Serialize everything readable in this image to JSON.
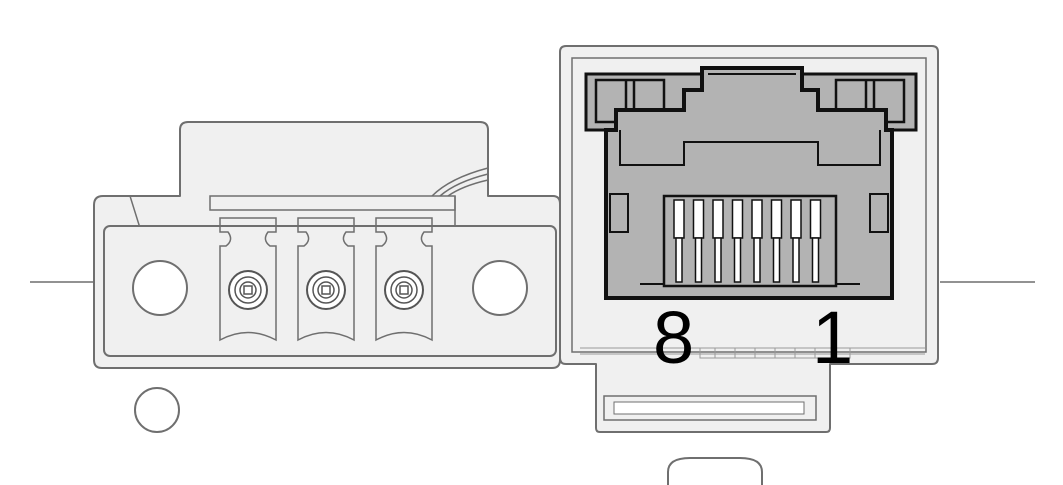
{
  "labels": {
    "pin_left": "8",
    "pin_right": "1"
  },
  "colors": {
    "outline": "#6f6f6f",
    "housing_fill": "#f0f0f0",
    "jack_fill": "#b3b3b3",
    "jack_border": "#111111",
    "contact_white": "#ffffff"
  },
  "terminal_block": {
    "screw_count": 3
  },
  "rj45": {
    "contact_count": 8
  }
}
